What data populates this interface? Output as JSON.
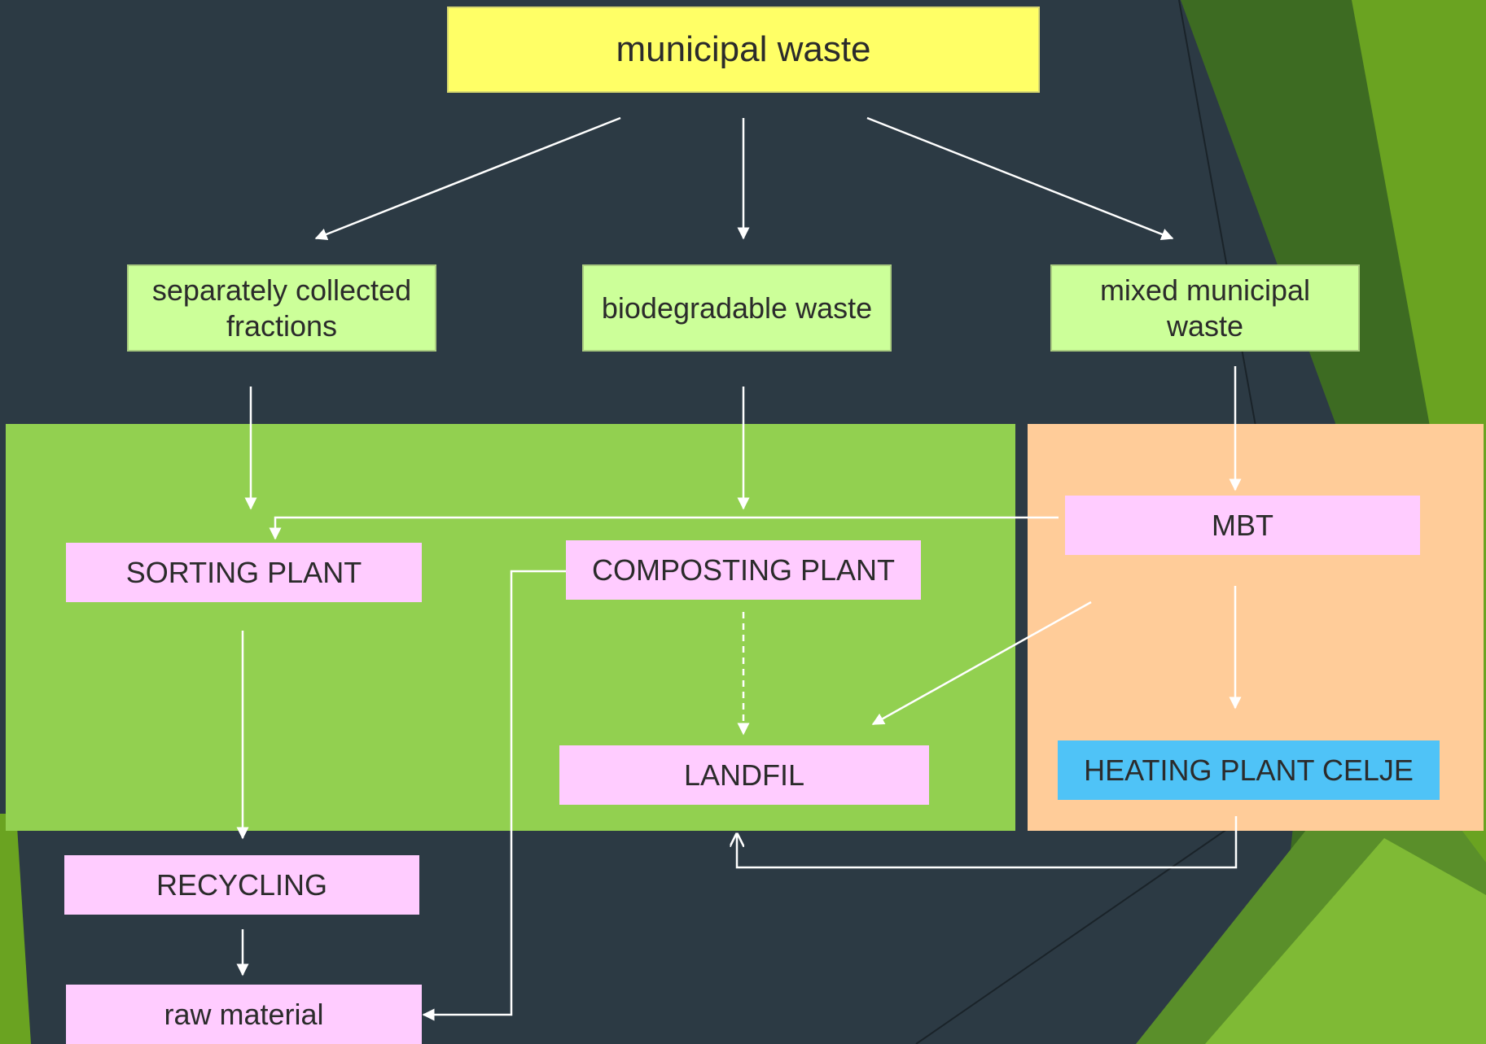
{
  "colors": {
    "background": "#2c3a44",
    "root_node": "#ffff66",
    "category_node": "#ccff99",
    "process_node": "#ffccff",
    "heating_node": "#4fc3f7",
    "region_green": "#92d050",
    "region_orange": "#ffcc99",
    "connector": "#ffffff",
    "accent_green": "#6aa321"
  },
  "diagram": {
    "root": "municipal waste",
    "categories": {
      "separate": "separately collected fractions",
      "biodegradable": "biodegradable waste",
      "mixed": "mixed municipal waste"
    },
    "processes": {
      "sorting": "SORTING PLANT",
      "composting": "COMPOSTING PLANT",
      "mbt": "MBT",
      "landfill": "LANDFIL",
      "heating": "HEATING PLANT CELJE",
      "recycling": "RECYCLING",
      "raw_material": "raw material"
    },
    "edges": [
      {
        "from": "municipal waste",
        "to": "separately collected fractions",
        "style": "solid"
      },
      {
        "from": "municipal waste",
        "to": "biodegradable waste",
        "style": "solid"
      },
      {
        "from": "municipal waste",
        "to": "mixed municipal waste",
        "style": "solid"
      },
      {
        "from": "separately collected fractions",
        "to": "SORTING PLANT",
        "style": "solid"
      },
      {
        "from": "biodegradable waste",
        "to": "COMPOSTING PLANT",
        "style": "solid"
      },
      {
        "from": "mixed municipal waste",
        "to": "MBT",
        "style": "solid"
      },
      {
        "from": "MBT",
        "to": "SORTING PLANT",
        "style": "solid"
      },
      {
        "from": "MBT",
        "to": "LANDFIL",
        "style": "solid"
      },
      {
        "from": "MBT",
        "to": "HEATING PLANT CELJE",
        "style": "solid"
      },
      {
        "from": "COMPOSTING PLANT",
        "to": "LANDFIL",
        "style": "dashed"
      },
      {
        "from": "COMPOSTING PLANT",
        "to": "raw material",
        "style": "solid"
      },
      {
        "from": "HEATING PLANT CELJE",
        "to": "LANDFIL",
        "style": "solid"
      },
      {
        "from": "SORTING PLANT",
        "to": "RECYCLING",
        "style": "solid"
      },
      {
        "from": "RECYCLING",
        "to": "raw material",
        "style": "solid"
      }
    ]
  }
}
